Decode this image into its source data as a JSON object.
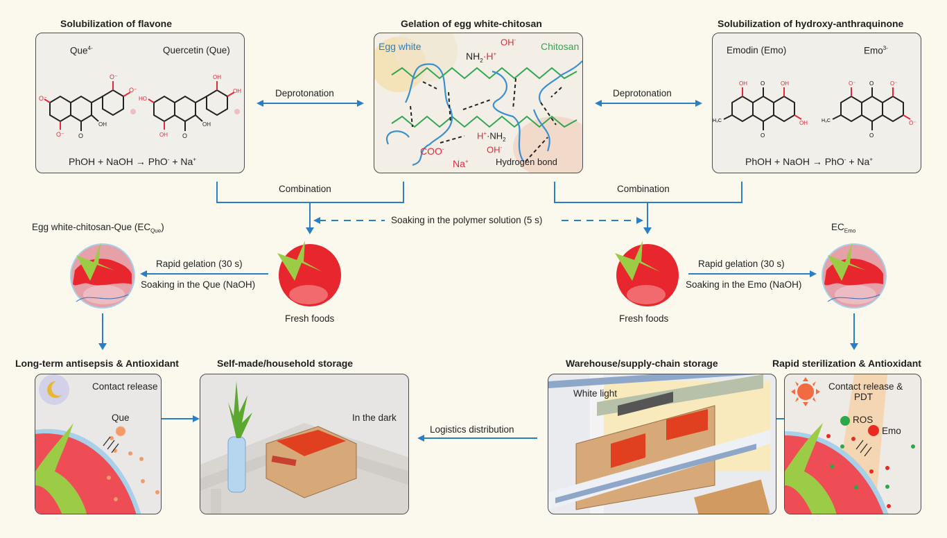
{
  "colors": {
    "background": "#fbf8ee",
    "arrow": "#2a7fc4",
    "tomato": "#e8262e",
    "leaf": "#9ccc45",
    "egg_white_chain": "#3a8fd0",
    "chitosan_chain": "#2fa650",
    "ion_red": "#e0283a",
    "panel_fill": "#f1efea",
    "panel_border": "#4a4a4a"
  },
  "top": {
    "flavone": {
      "title": "Solubilization of flavone",
      "left_label": "Que",
      "left_sup": "4-",
      "right_label": "Quercetin (Que)",
      "equation": {
        "a": "PhOH + NaOH → PhO",
        "a_sup": "-",
        "b": " + Na",
        "b_sup": "+"
      }
    },
    "gelation": {
      "title": "Gelation of egg white-chitosan",
      "egg_white": "Egg white",
      "chitosan": "Chitosan",
      "nh2_top": "NH",
      "nh2_top_sub": "2",
      "dot_h": "·H",
      "h_plus_sup": "+",
      "oh_minus": "OH",
      "oh_sup": "-",
      "h_bottom": "H",
      "h_bottom_sup": "+",
      "nh2_bottom": "·NH",
      "nh2_bottom_sub": "2",
      "coo": "COO",
      "coo_sup": "-",
      "na": "Na",
      "na_sup": "+",
      "hydrogen_bond": "Hydrogen bond"
    },
    "anthraquinone": {
      "title": "Solubilization of hydroxy-anthraquinone",
      "left_label": "Emodin (Emo)",
      "right_label": "Emo",
      "right_sup": "3-",
      "equation": {
        "a": "PhOH + NaOH → PhO",
        "a_sup": "-",
        "b": " + Na",
        "b_sup": "+"
      }
    },
    "deprotonation_left": "Deprotonation",
    "deprotonation_right": "Deprotonation"
  },
  "middle": {
    "combination_left": "Combination",
    "combination_right": "Combination",
    "soaking_polymer": "Soaking in the polymer solution (5 s)",
    "ec_que_label": "Egg white-chitosan-Que (EC",
    "ec_que_sub": "Que",
    "ec_que_close": ")",
    "ec_emo_label": "EC",
    "ec_emo_sub": "Emo",
    "left_gelation": "Rapid gelation (30 s)",
    "left_soaking": "Soaking in the Que (NaOH)",
    "right_gelation": "Rapid gelation (30 s)",
    "right_soaking": "Soaking in the Emo (NaOH)",
    "fresh_foods_left": "Fresh foods",
    "fresh_foods_right": "Fresh foods"
  },
  "bottom": {
    "antisepsis": {
      "title": "Long-term antisepsis & Antioxidant",
      "contact": "Contact release",
      "que": "Que"
    },
    "household": {
      "title": "Self-made/household storage",
      "dark": "In the dark"
    },
    "logistics": "Logistics distribution",
    "warehouse": {
      "title": "Warehouse/supply-chain storage",
      "light": "White light"
    },
    "sterilization": {
      "title": "Rapid sterilization & Antioxidant",
      "contact": "Contact release &",
      "pdt": "PDT",
      "ros": "ROS",
      "emo": "Emo"
    }
  }
}
